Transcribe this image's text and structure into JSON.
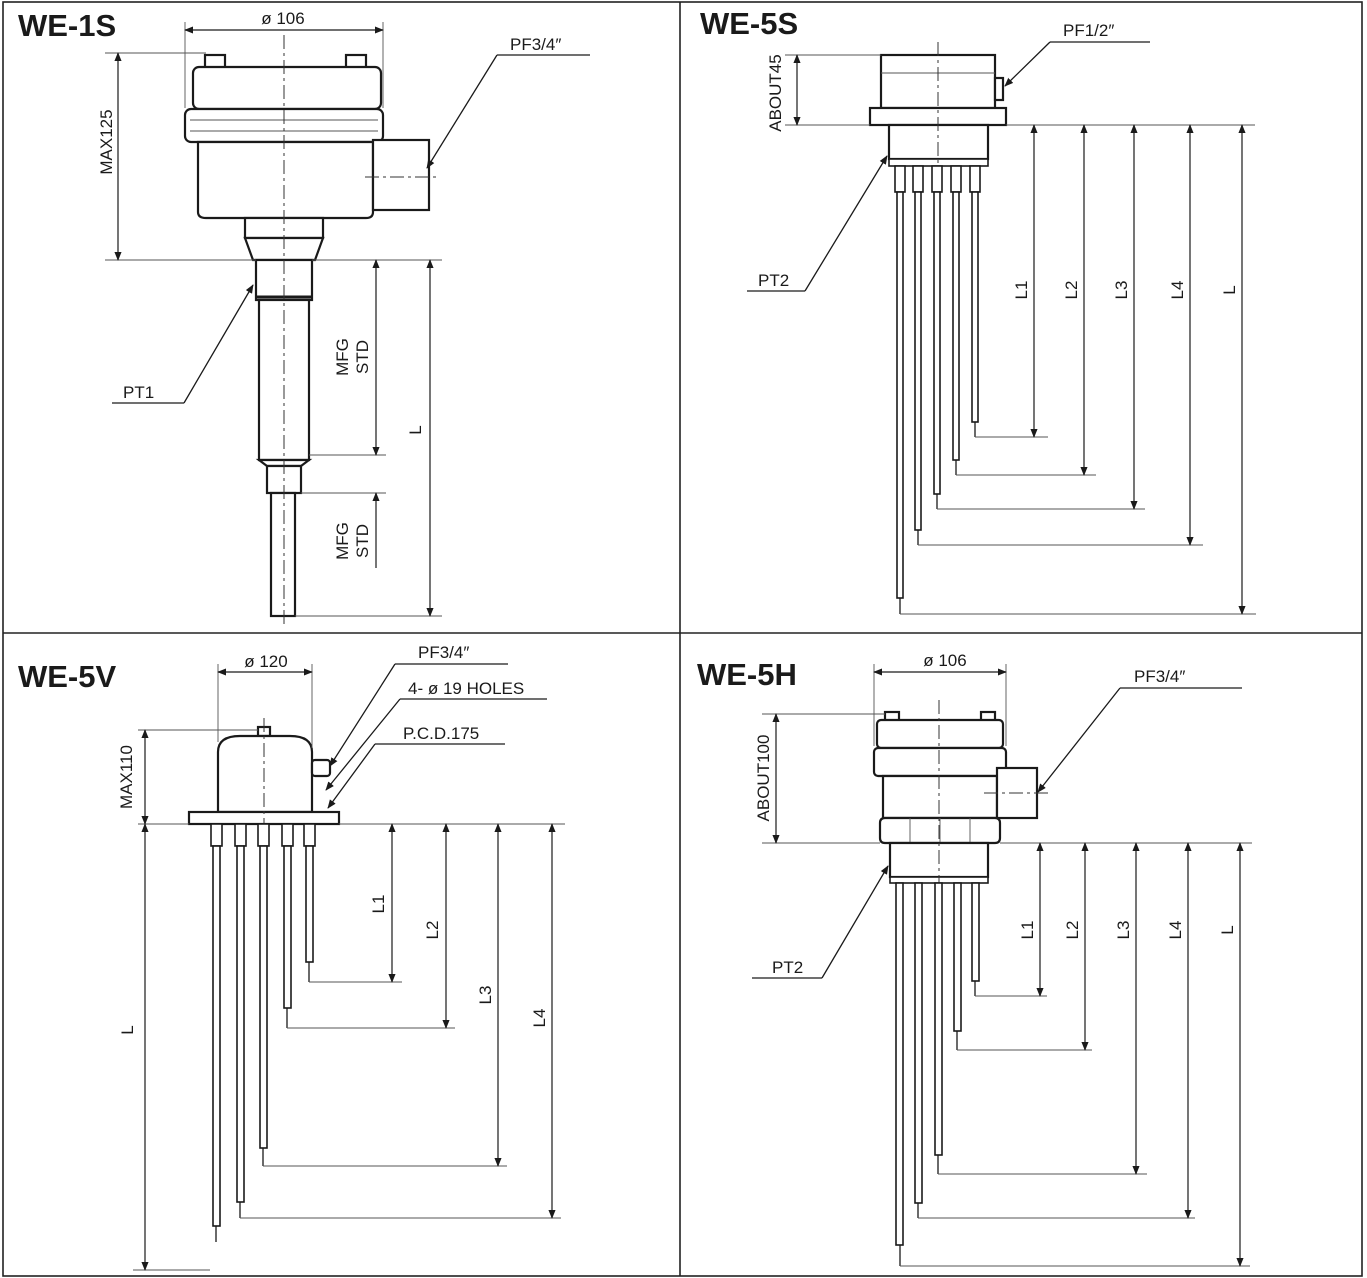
{
  "panels": {
    "we1s": {
      "title": "WE-1S",
      "dia": "ø 106",
      "max": "MAX125",
      "conduit": "PF3/4″",
      "thread": "PT1",
      "std1a": "MFG",
      "std1b": "STD",
      "std2a": "MFG",
      "std2b": "STD",
      "length": "L"
    },
    "we5s": {
      "title": "WE-5S",
      "conduit": "PF1/2″",
      "about": "ABOUT45",
      "thread": "PT2",
      "l1": "L1",
      "l2": "L2",
      "l3": "L3",
      "l4": "L4",
      "length": "L"
    },
    "we5v": {
      "title": "WE-5V",
      "dia": "ø 120",
      "conduit": "PF3/4″",
      "holes": "4- ø 19  HOLES",
      "pcd": "P.C.D.175",
      "max": "MAX110",
      "length": "L",
      "l1": "L1",
      "l2": "L2",
      "l3": "L3",
      "l4": "L4"
    },
    "we5h": {
      "title": "WE-5H",
      "dia": "ø 106",
      "conduit": "PF3/4″",
      "about": "ABOUT100",
      "thread": "PT2",
      "l1": "L1",
      "l2": "L2",
      "l3": "L3",
      "l4": "L4",
      "length": "L"
    }
  }
}
